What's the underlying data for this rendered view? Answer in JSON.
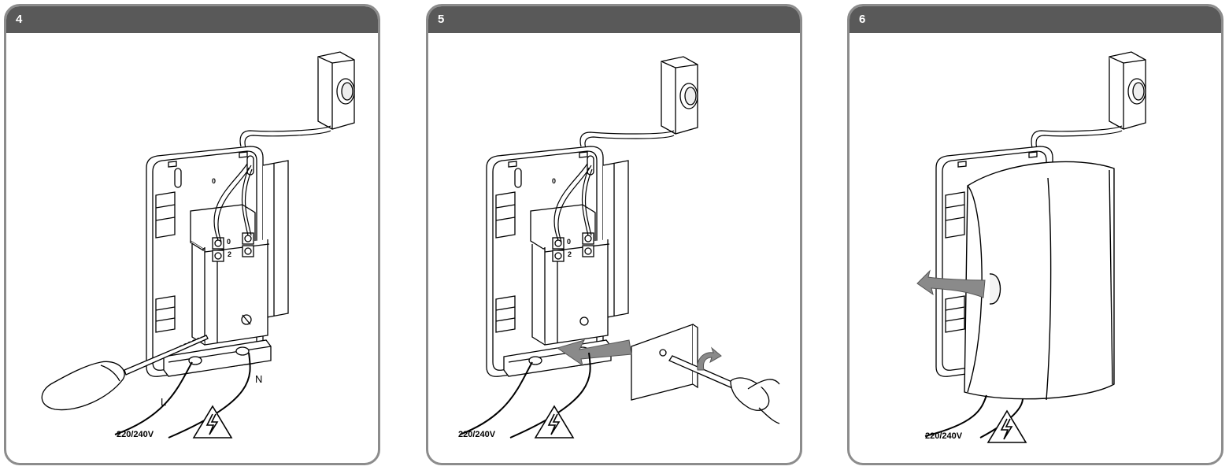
{
  "panels": [
    {
      "step": "4",
      "voltage": "220/240V",
      "terminal_0": "0",
      "terminal_2": "2",
      "plate_mark": "0",
      "wire_L": "L",
      "wire_N": "N"
    },
    {
      "step": "5",
      "voltage": "220/240V",
      "terminal_0": "0",
      "terminal_2": "2",
      "plate_mark": "0"
    },
    {
      "step": "6",
      "voltage": "220/240V"
    }
  ],
  "colors": {
    "header_bg": "#595959",
    "border": "#8c8c8c",
    "arrow": "#8a8a8a"
  }
}
